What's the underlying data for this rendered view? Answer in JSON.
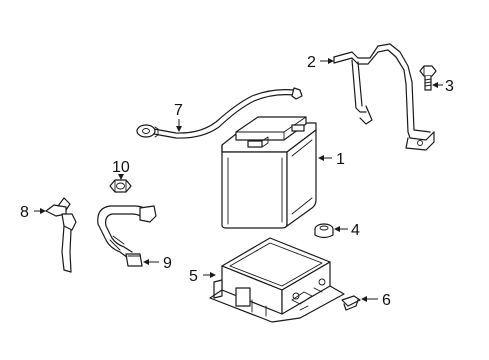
{
  "callouts": {
    "c1": "1",
    "c2": "2",
    "c3": "3",
    "c4": "4",
    "c5": "5",
    "c6": "6",
    "c7": "7",
    "c8": "8",
    "c9": "9",
    "c10": "10"
  },
  "parts": [
    "battery",
    "hold-down-bracket",
    "bolt",
    "nut",
    "battery-tray",
    "clip",
    "positive-cable",
    "ground-cable",
    "negative-cable",
    "terminal-nut"
  ]
}
